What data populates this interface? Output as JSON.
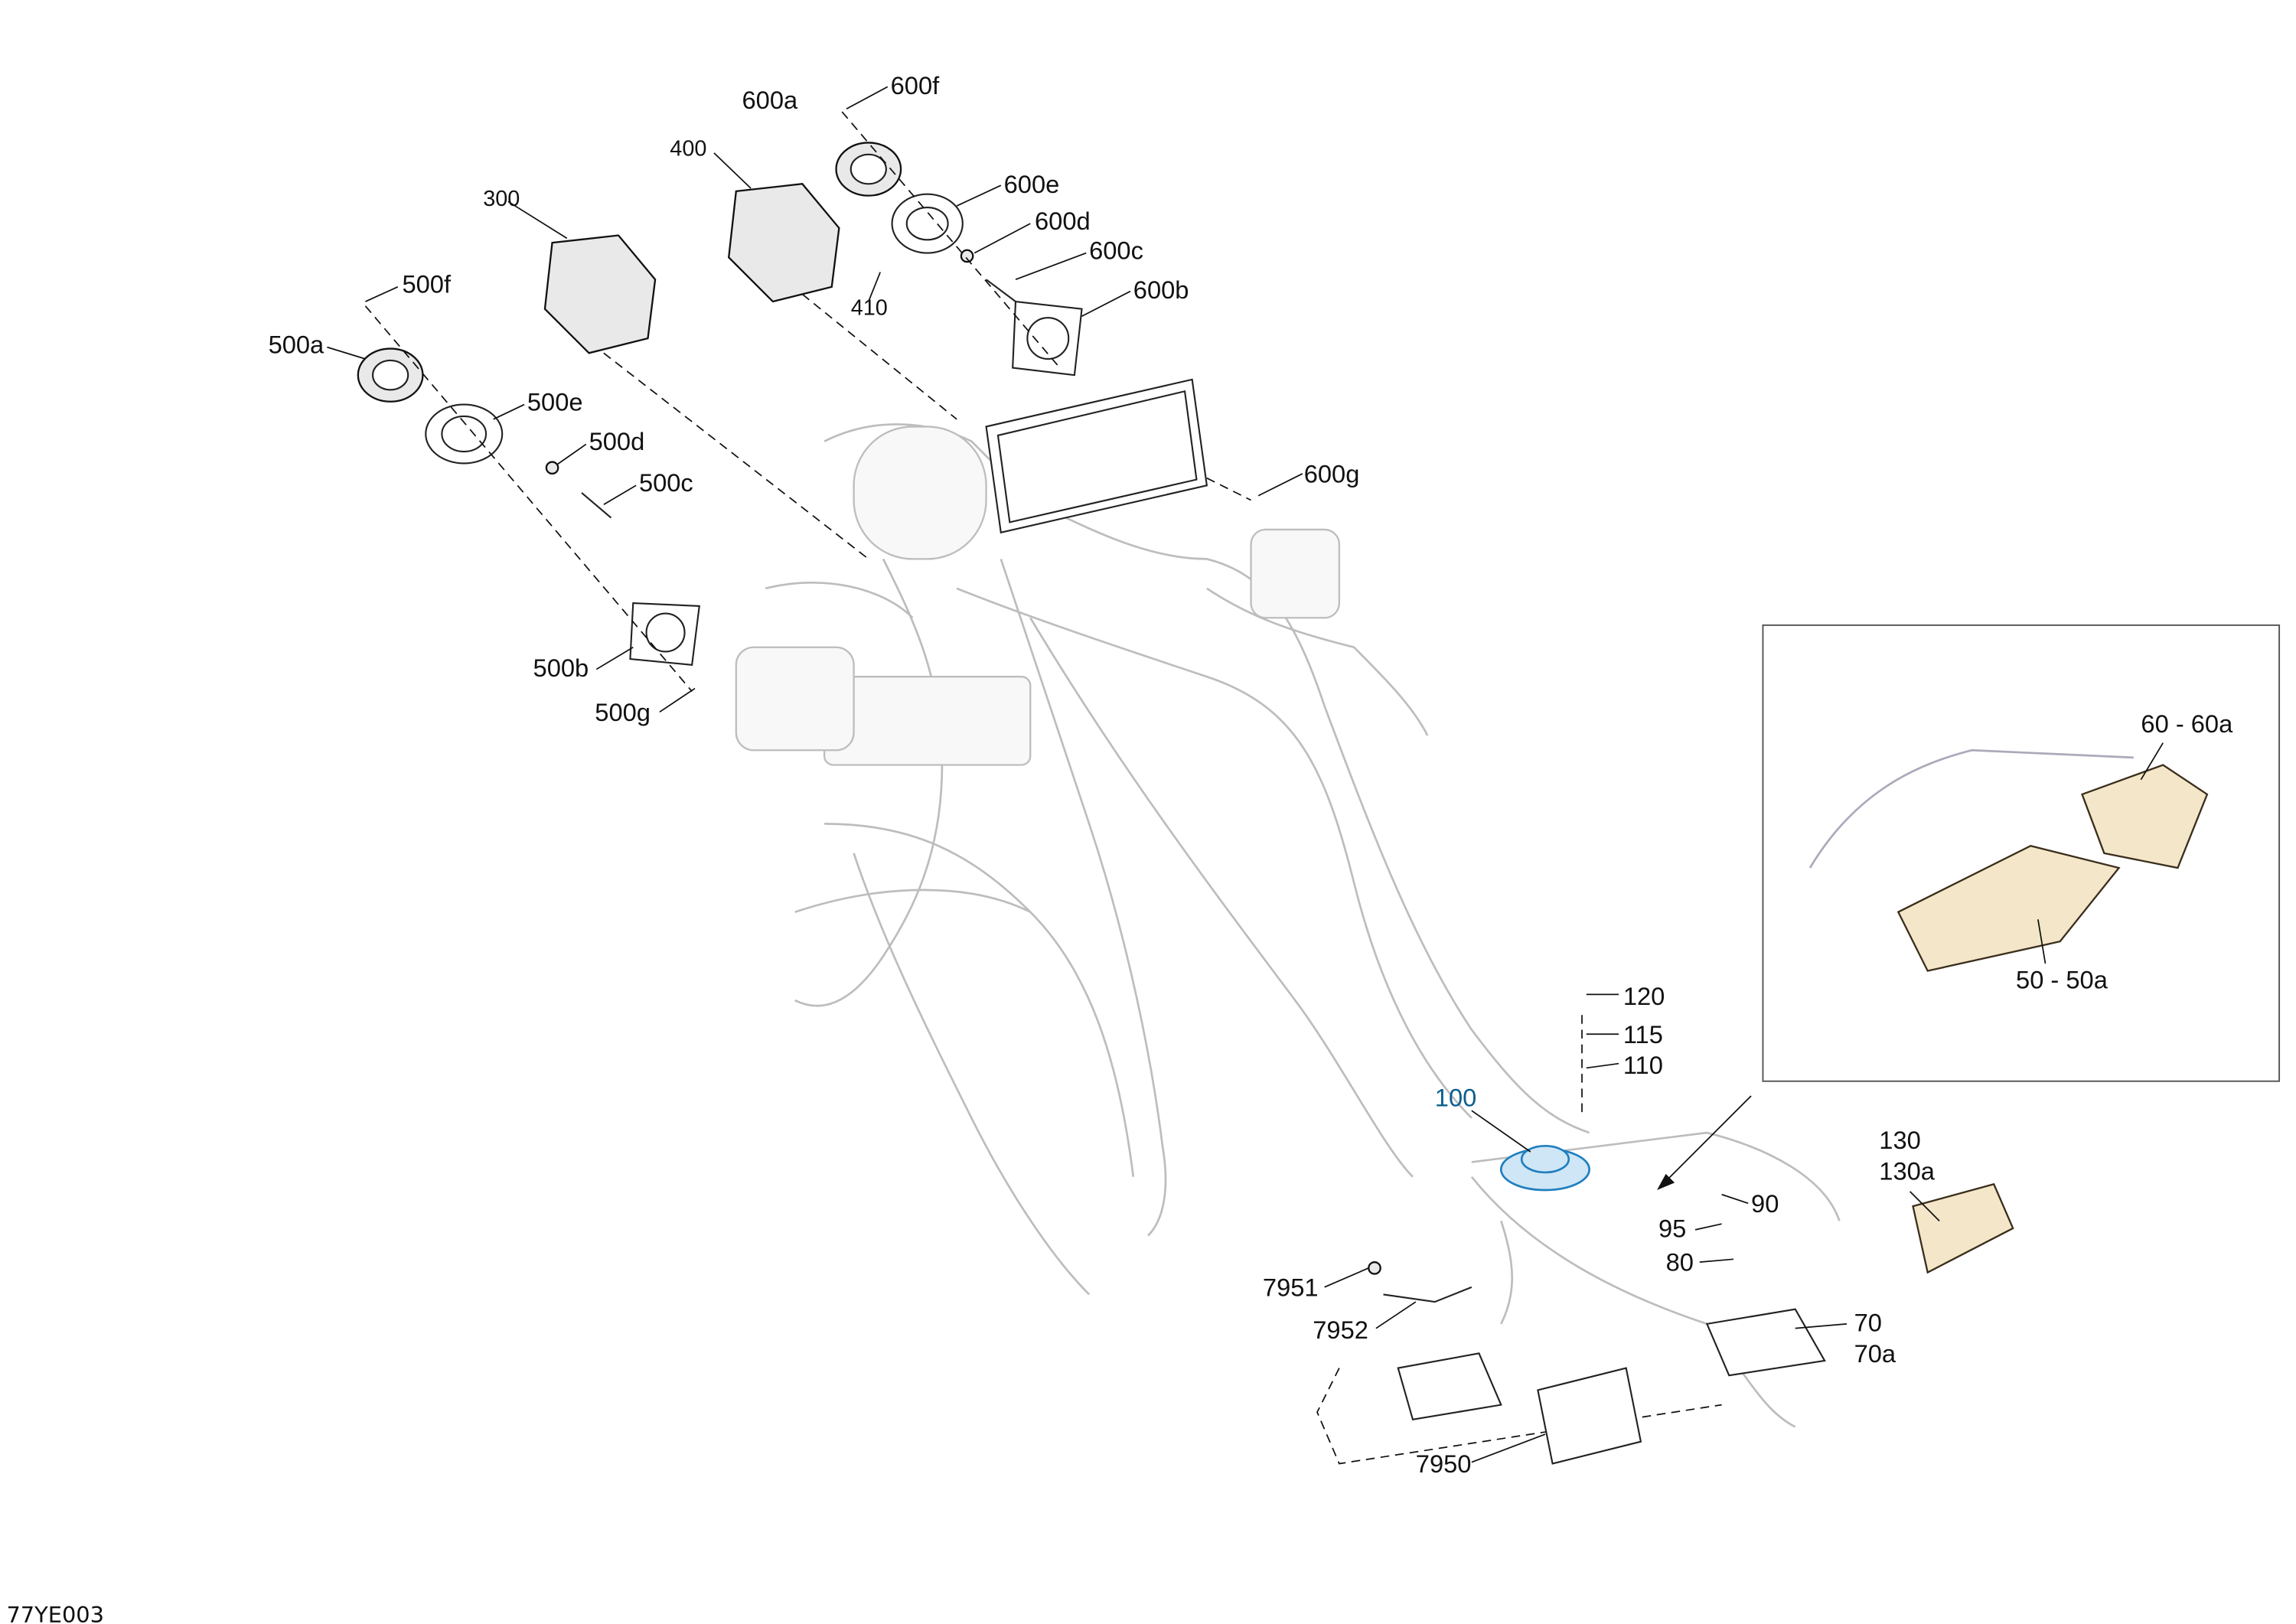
{
  "diagram": {
    "code": "77YE003",
    "labels": {
      "l600a": "600a",
      "l600f": "600f",
      "l400": "400",
      "l300": "300",
      "l600e": "600e",
      "l600d": "600d",
      "l600c": "600c",
      "l410": "410",
      "l600b": "600b",
      "l500f": "500f",
      "l500a": "500a",
      "l500e": "500e",
      "l500d": "500d",
      "l500c": "500c",
      "l600g": "600g",
      "l500b": "500b",
      "l500g": "500g",
      "l60": "60 - 60a",
      "l50": "50 - 50a",
      "l120": "120",
      "l115": "115",
      "l110": "110",
      "l100": "100",
      "l130": "130",
      "l130a": "130a",
      "l90": "90",
      "l95": "95",
      "l80": "80",
      "l7951": "7951",
      "l7952": "7952",
      "l70": "70",
      "l70a": "70a",
      "l7950": "7950"
    },
    "colors": {
      "highlight": "#1f7fc0",
      "lamp": "#f4e6c8"
    }
  }
}
